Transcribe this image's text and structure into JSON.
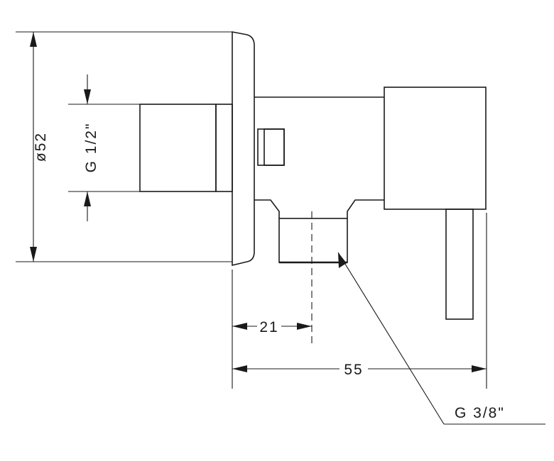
{
  "dimensions": {
    "diameter": "ø52",
    "inlet_thread": "G 1/2\"",
    "outlet_offset": "21",
    "overall_length": "55",
    "outlet_thread": "G 3/8\""
  },
  "colors": {
    "line": "#1a1a1a",
    "background": "#ffffff"
  }
}
